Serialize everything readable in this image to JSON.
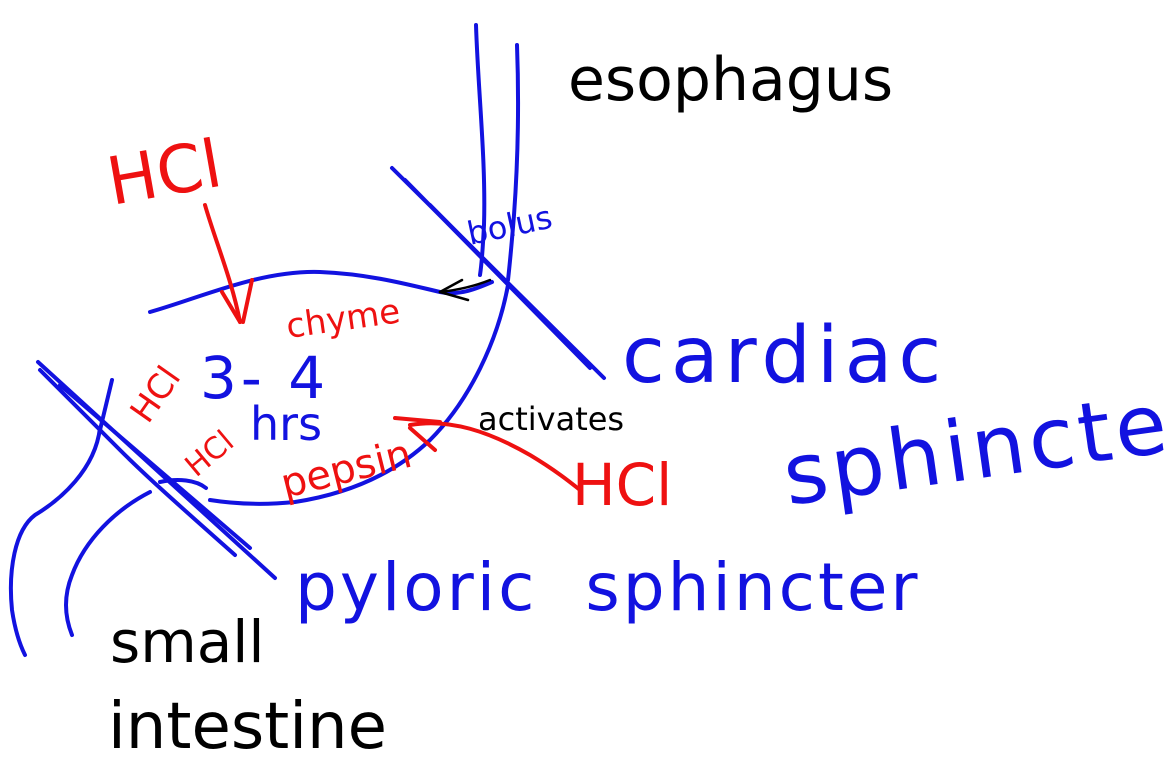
{
  "colors": {
    "structure": "#1212e0",
    "acid": "#ee1111",
    "note": "#000000",
    "background": "#ffffff"
  },
  "labels": {
    "esophagus": "esophagus",
    "cardiac": "cardiac",
    "sphincter_cardiac": "sphincter.",
    "pyloric_sphincter": "pyloric  sphincter",
    "small": "small",
    "intestine": "intestine",
    "bolus": "bolus",
    "hcl_top": "HCl",
    "chyme": "chyme",
    "hcl_left": "HCl",
    "hours": "3- 4",
    "hcl_hrs_prefix": "HCl",
    "hrs": "hrs",
    "pepsin": "pepsin",
    "activates": "activates",
    "hcl_right": "HCl"
  }
}
